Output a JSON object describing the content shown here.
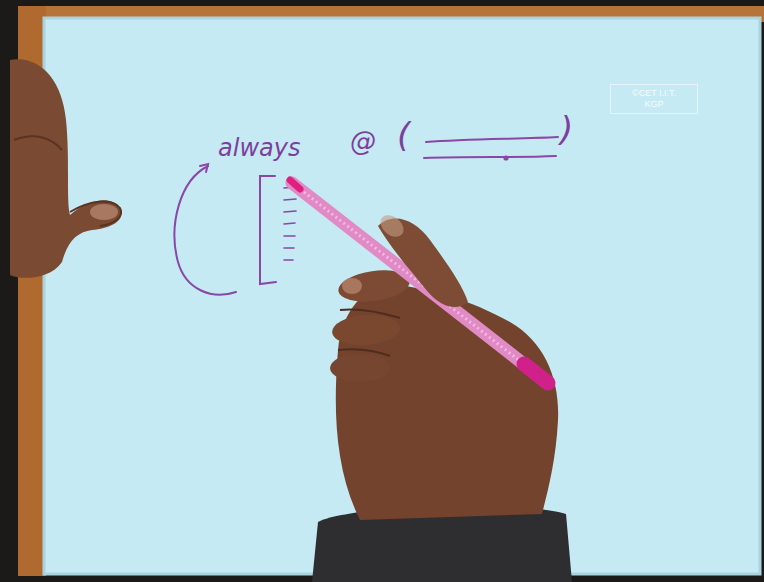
{
  "diagram": {
    "nodes": [
      {
        "text": [
          "©CET I.I.T. KGP"
        ]
      }
    ],
    "labels": [
      "always",
      "@",
      "(",
      ")"
    ]
  }
}
